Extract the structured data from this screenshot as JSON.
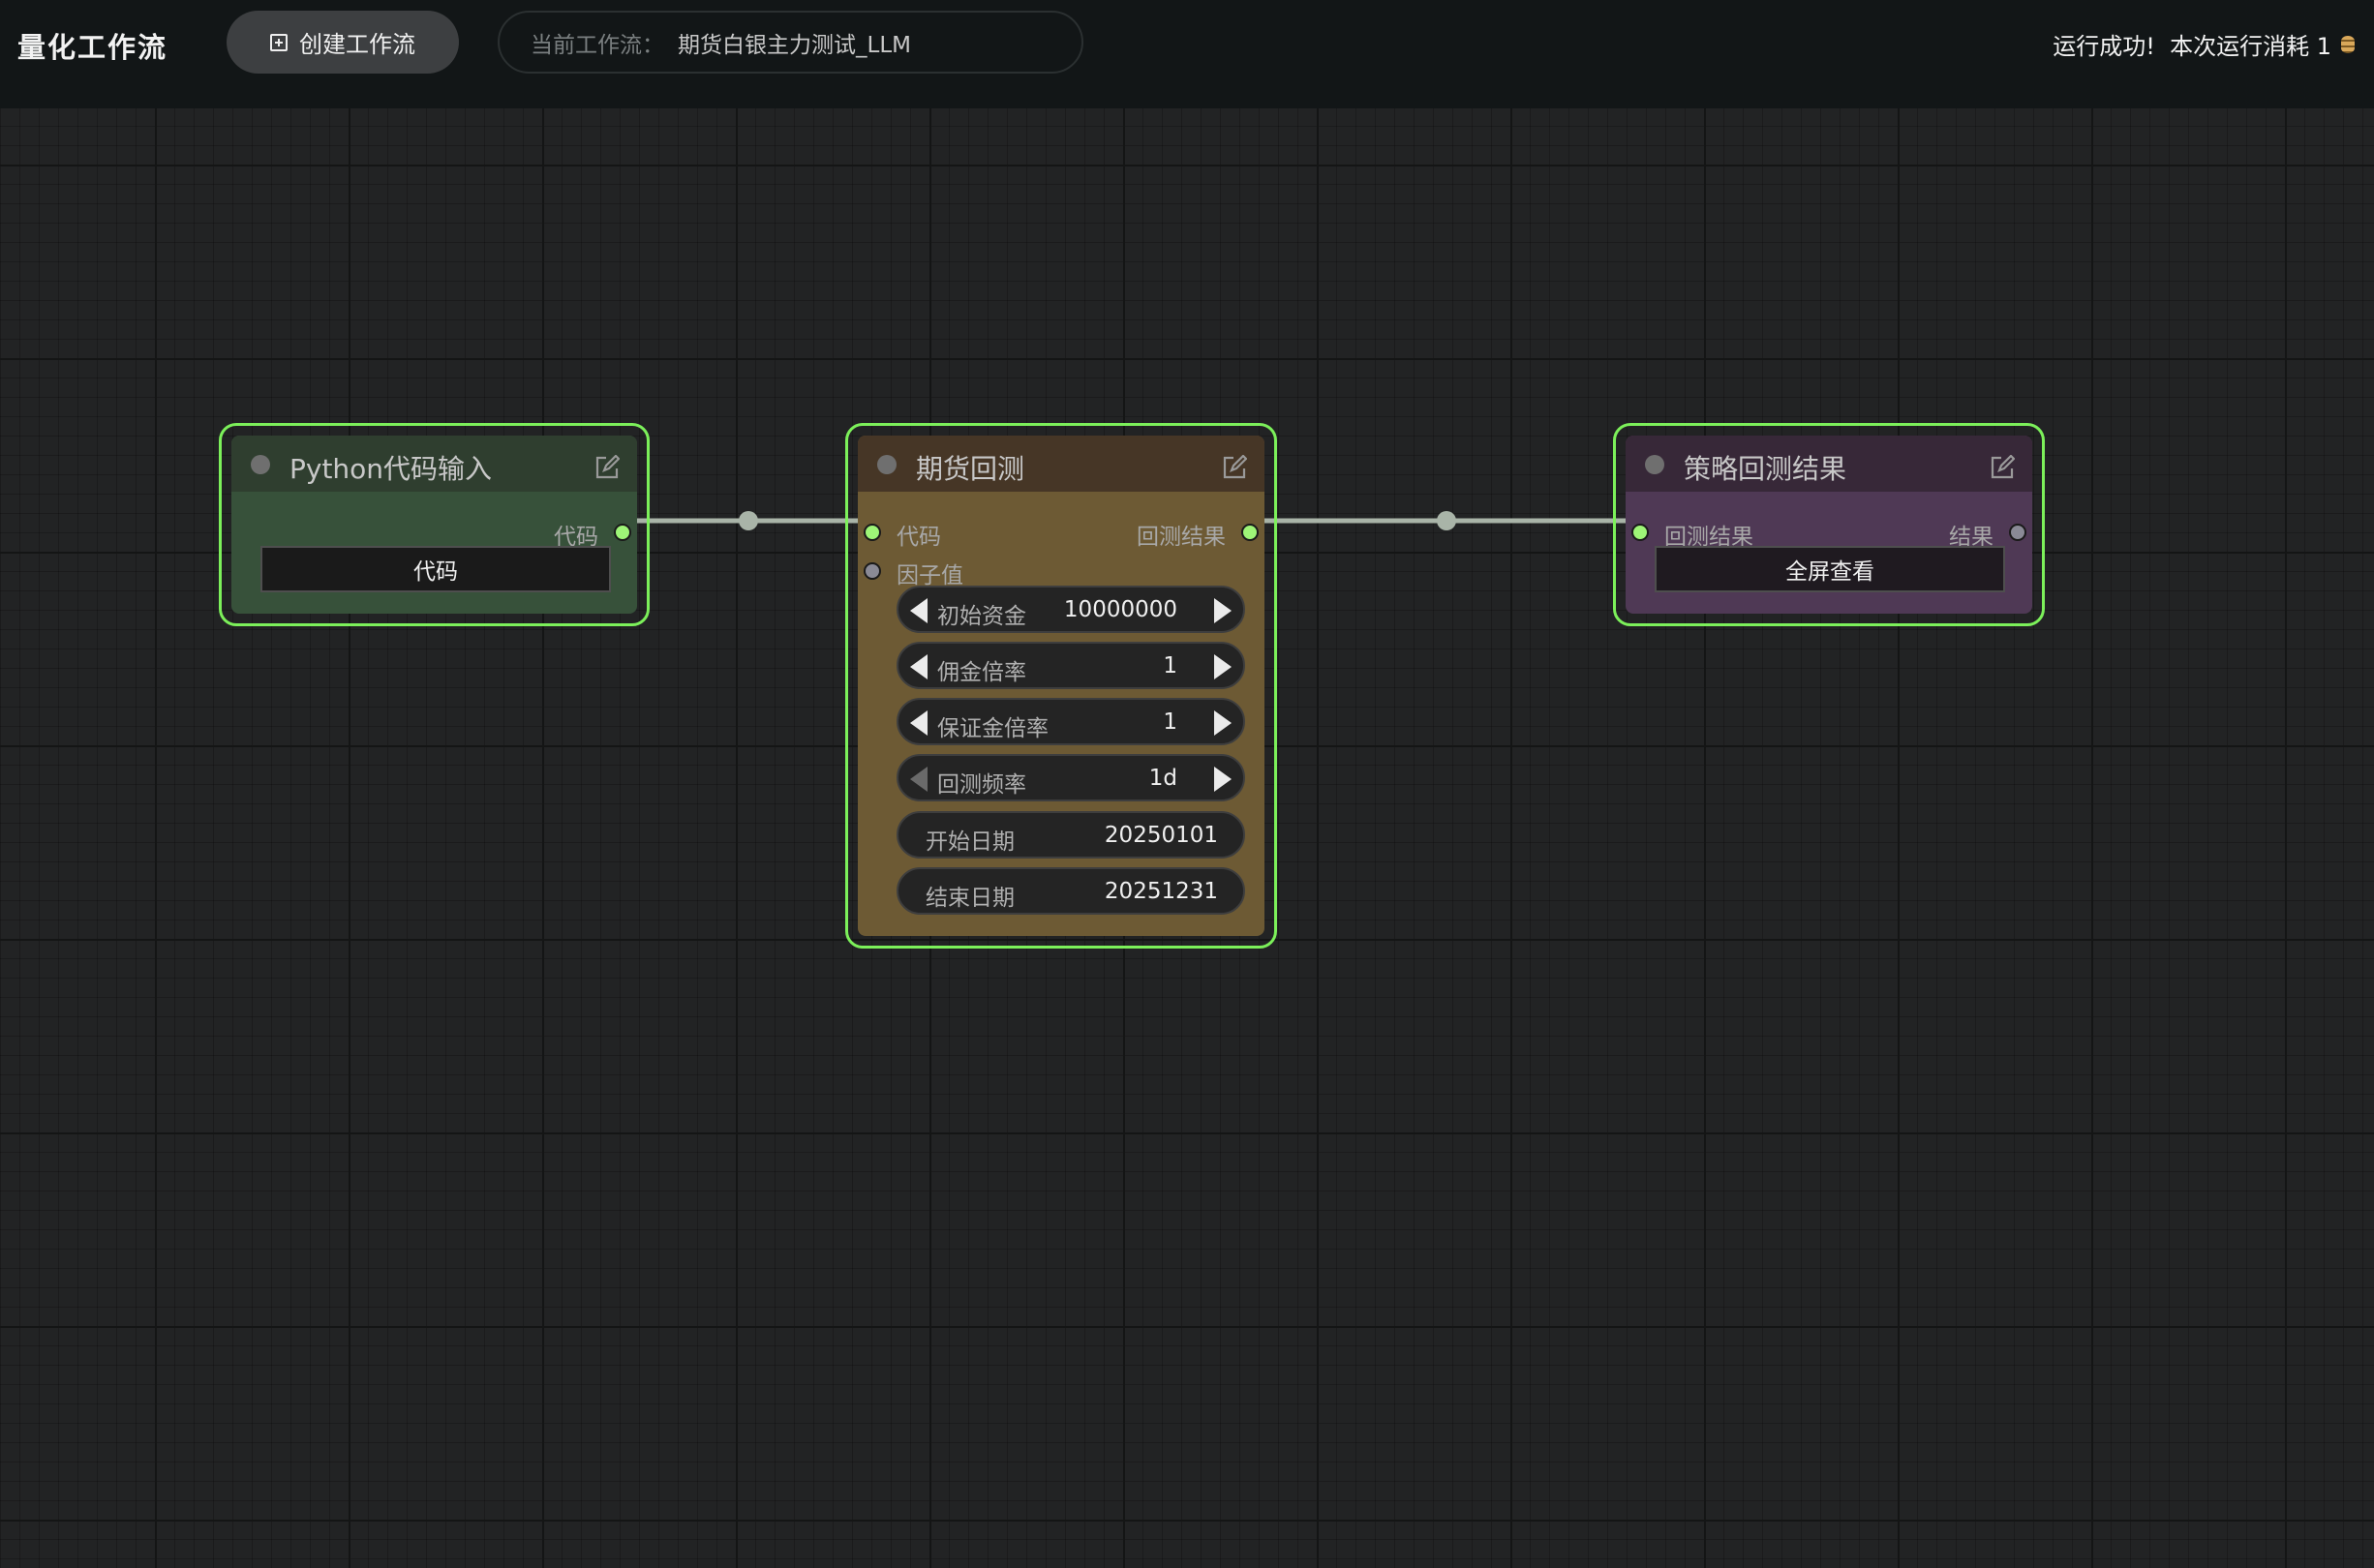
{
  "app": {
    "title": "量化工作流"
  },
  "toolbar": {
    "create_label": "创建工作流"
  },
  "workflow": {
    "label": "当前工作流：",
    "name": "期货白银主力测试_LLM"
  },
  "status": {
    "text": "运行成功!  本次运行消耗 1",
    "coin_icon": "coin-stack-icon"
  },
  "colors": {
    "accent": "#7cf05a",
    "slot_connected": "#9ef577",
    "link": "#a9b4a8",
    "input_node": "#37513a",
    "backtest_node": "#6d5a34",
    "result_node": "#4f3955"
  },
  "nodes": {
    "python_input": {
      "title": "Python代码输入",
      "output_label": "代码",
      "button_label": "代码"
    },
    "futures_backtest": {
      "title": "期货回测",
      "inputs": [
        "代码",
        "因子值"
      ],
      "output_label": "回测结果",
      "widgets": [
        {
          "label": "初始资金",
          "value": "10000000"
        },
        {
          "label": "佣金倍率",
          "value": "1"
        },
        {
          "label": "保证金倍率",
          "value": "1"
        },
        {
          "label": "回测频率",
          "value": "1d"
        },
        {
          "label": "开始日期",
          "value": "20250101"
        },
        {
          "label": "结束日期",
          "value": "20251231"
        }
      ]
    },
    "strategy_result": {
      "title": "策略回测结果",
      "input_label": "回测结果",
      "output_label": "结果",
      "button_label": "全屏查看"
    }
  }
}
